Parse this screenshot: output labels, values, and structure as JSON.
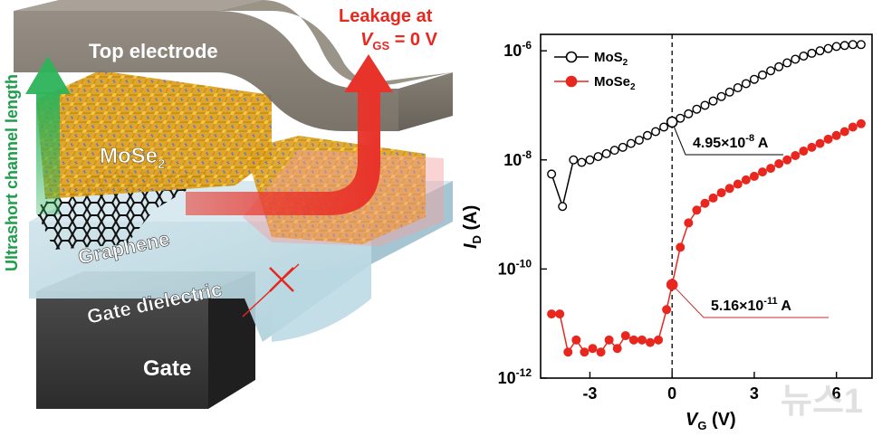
{
  "diagram": {
    "labels": {
      "top_electrode": "Top electrode",
      "mose2": "MoSe",
      "mose2_sub": "2",
      "graphene": "Graphene",
      "gate_dielectric": "Gate dielectric",
      "gate": "Gate",
      "ultrashort": "Ultrashort channel length",
      "leakage_line1": "Leakage at",
      "leakage_v": "V",
      "leakage_v_sub": "GS",
      "leakage_eq": " = 0 V"
    },
    "colors": {
      "leakage_arrow": "#e8332a",
      "channel_arrow": "#2db35a",
      "ultrashort_text": "#1e9e4a"
    }
  },
  "chart_data": {
    "type": "scatter",
    "xlabel": "V",
    "xlabel_sub": "G",
    "xlabel_unit": " (V)",
    "ylabel": "I",
    "ylabel_sub": "D",
    "ylabel_unit": " (A)",
    "xlim": [
      -4.8,
      7.3
    ],
    "ylim": [
      1e-12,
      2e-06
    ],
    "yscale": "log",
    "xticks": [
      -3,
      0,
      3,
      6
    ],
    "xtick_labels": [
      "-3",
      "0",
      "3",
      "6"
    ],
    "yticks": [
      {
        "value": 1e-12,
        "base": "10",
        "exp": "-12"
      },
      {
        "value": 1e-10,
        "base": "10",
        "exp": "-10"
      },
      {
        "value": 1e-08,
        "base": "10",
        "exp": "-8"
      },
      {
        "value": 1e-06,
        "base": "10",
        "exp": "-6"
      }
    ],
    "vline_x": 0,
    "legend_placement": "top-left",
    "series": [
      {
        "name": "MoS",
        "name_sub": "2",
        "color": "#000000",
        "fill": "#ffffff",
        "x": [
          -4.4,
          -4.0,
          -3.6,
          -3.3,
          -3.0,
          -2.7,
          -2.4,
          -2.1,
          -1.8,
          -1.5,
          -1.2,
          -0.9,
          -0.6,
          -0.3,
          0.0,
          0.3,
          0.6,
          0.9,
          1.2,
          1.5,
          1.8,
          2.1,
          2.4,
          2.7,
          3.0,
          3.3,
          3.6,
          3.9,
          4.2,
          4.5,
          4.8,
          5.1,
          5.4,
          5.7,
          6.0,
          6.3,
          6.6,
          6.9
        ],
        "y": [
          5.5e-09,
          1.4e-09,
          1e-08,
          9e-09,
          1e-08,
          1.15e-08,
          1.3e-08,
          1.5e-08,
          1.7e-08,
          2e-08,
          2.3e-08,
          2.8e-08,
          3.3e-08,
          4e-08,
          4.95e-08,
          5.8e-08,
          7e-08,
          8.5e-08,
          1e-07,
          1.2e-07,
          1.45e-07,
          1.75e-07,
          2.1e-07,
          2.5e-07,
          3e-07,
          3.6e-07,
          4.3e-07,
          5.1e-07,
          6e-07,
          7e-07,
          8e-07,
          9e-07,
          1e-06,
          1.1e-06,
          1.2e-06,
          1.25e-06,
          1.3e-06,
          1.3e-06
        ]
      },
      {
        "name": "MoSe",
        "name_sub": "2",
        "color": "#e8271f",
        "fill": "#e8271f",
        "x": [
          -4.4,
          -4.1,
          -3.8,
          -3.5,
          -3.2,
          -2.9,
          -2.6,
          -2.3,
          -2.0,
          -1.7,
          -1.4,
          -1.1,
          -0.8,
          -0.5,
          -0.2,
          0.0,
          0.3,
          0.6,
          0.9,
          1.2,
          1.5,
          1.8,
          2.1,
          2.4,
          2.7,
          3.0,
          3.3,
          3.6,
          3.9,
          4.2,
          4.5,
          4.8,
          5.1,
          5.4,
          5.7,
          6.0,
          6.3,
          6.6,
          6.9
        ],
        "y": [
          1.5e-11,
          1.5e-11,
          3e-12,
          5e-12,
          3e-12,
          3.5e-12,
          3e-12,
          5e-12,
          3.5e-12,
          6e-12,
          5e-12,
          5e-12,
          4.5e-12,
          5e-12,
          1.8e-11,
          5.16e-11,
          2.5e-10,
          7e-10,
          1.2e-09,
          1.6e-09,
          2e-09,
          2.5e-09,
          3e-09,
          3.6e-09,
          4.3e-09,
          5e-09,
          6e-09,
          7e-09,
          8.5e-09,
          1e-08,
          1.2e-08,
          1.45e-08,
          1.7e-08,
          2e-08,
          2.4e-08,
          2.8e-08,
          3.3e-08,
          4e-08,
          4.6e-08
        ]
      }
    ],
    "annotations": [
      {
        "series": 0,
        "x": 0.0,
        "y": 4.95e-08,
        "base": "4.95×10",
        "exp": "-8",
        "unit": " A",
        "line_color": "#000000"
      },
      {
        "series": 1,
        "x": 0.0,
        "y": 5.16e-11,
        "base": "5.16×10",
        "exp": "-11",
        "unit": " A",
        "line_color": "#c9302c"
      }
    ]
  },
  "watermark": "뉴스1"
}
